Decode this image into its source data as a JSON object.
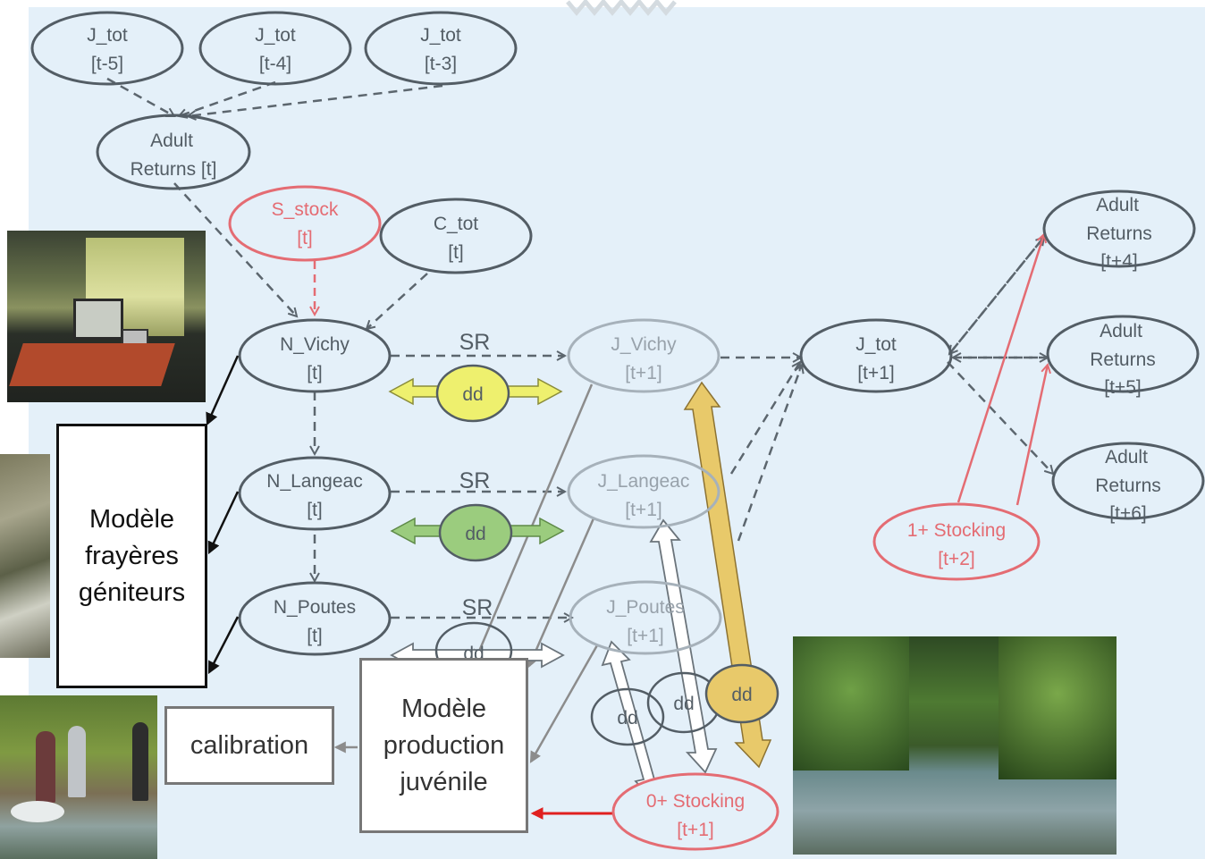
{
  "colors": {
    "background_panel": "#e4f0f9",
    "node_stroke": "#535d65",
    "node_text": "#535d65",
    "faded_stroke": "#a6b1ba",
    "faded_text": "#98a2ab",
    "stocking": "#e46c73",
    "dd_yellow": "#eef06e",
    "dd_green": "#9bcc7e",
    "dd_gold": "#e8c96a",
    "red_arrow": "#e02020"
  },
  "nodes": {
    "j_tot_t5": [
      "J_tot",
      "[t-5]"
    ],
    "j_tot_t4": [
      "J_tot",
      "[t-4]"
    ],
    "j_tot_t3": [
      "J_tot",
      "[t-3]"
    ],
    "adult_returns_t": [
      "Adult",
      "Returns [t]"
    ],
    "s_stock": [
      "S_stock",
      "[t]"
    ],
    "c_tot": [
      "C_tot",
      "[t]"
    ],
    "n_vichy": [
      "N_Vichy",
      "[t]"
    ],
    "n_langeac": [
      "N_Langeac",
      "[t]"
    ],
    "n_poutes": [
      "N_Poutes",
      "[t]"
    ],
    "j_vichy": [
      "J_Vichy",
      "[t+1]"
    ],
    "j_langeac": [
      "J_Langeac",
      "[t+1]"
    ],
    "j_poutes": [
      "J_Poutes",
      "[t+1]"
    ],
    "j_tot_t1": [
      "J_tot",
      "[t+1]"
    ],
    "adult_returns_t4": [
      "Adult",
      "Returns",
      "[t+4]"
    ],
    "adult_returns_t5": [
      "Adult",
      "Returns",
      "[t+5]"
    ],
    "adult_returns_t6": [
      "Adult",
      "Returns",
      "[t+6]"
    ],
    "stocking_1plus": [
      "1+ Stocking",
      "[t+2]"
    ],
    "stocking_0plus": [
      "0+ Stocking",
      "[t+1]"
    ]
  },
  "labels": {
    "sr": "SR",
    "dd": "dd"
  },
  "boxes": {
    "spawning_model": [
      "Modèle",
      "frayères",
      "géniteurs"
    ],
    "juvenile_model": [
      "Modèle",
      "production",
      "juvénile"
    ],
    "calibration": "calibration"
  },
  "photos": {
    "lab": "photo of a monitoring room with computers",
    "riverbank": "photo of a rocky riverbank",
    "field_team": "photo of people electrofishing in a river",
    "river": "photo of a tree-lined river"
  }
}
